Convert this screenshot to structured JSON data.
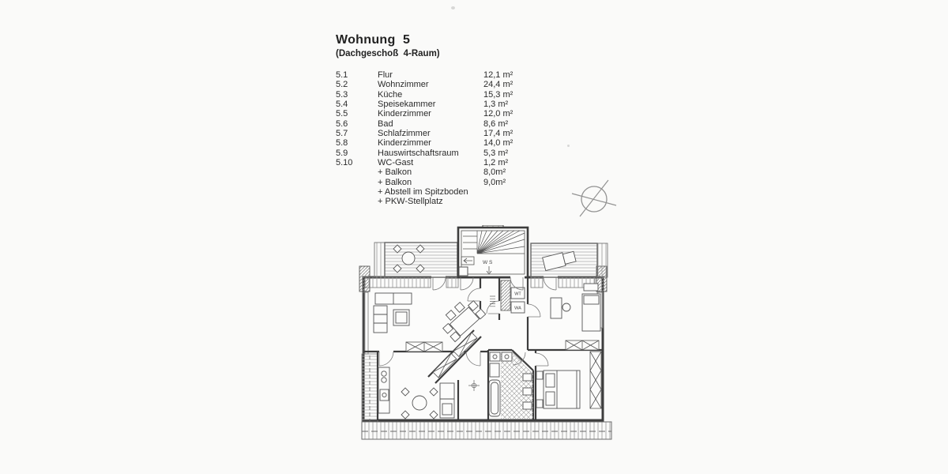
{
  "header": {
    "title": "Wohnung  5",
    "subtitle": "(Dachgeschoß  4-Raum)"
  },
  "rooms": [
    {
      "no": "5.1",
      "name": "Flur",
      "area": "12,1 m²"
    },
    {
      "no": "5.2",
      "name": "Wohnzimmer",
      "area": "24,4 m²"
    },
    {
      "no": "5.3",
      "name": "Küche",
      "area": "15,3 m²"
    },
    {
      "no": "5.4",
      "name": "Speisekammer",
      "area": "1,3 m²"
    },
    {
      "no": "5.5",
      "name": "Kinderzimmer",
      "area": "12,0 m²"
    },
    {
      "no": "5.6",
      "name": "Bad",
      "area": "8,6 m²"
    },
    {
      "no": "5.7",
      "name": "Schlafzimmer",
      "area": "17,4 m²"
    },
    {
      "no": "5.8",
      "name": "Kinderzimmer",
      "area": "14,0 m²"
    },
    {
      "no": "5.9",
      "name": "Hauswirtschaftsraum",
      "area": "5,3 m²"
    },
    {
      "no": "5.10",
      "name": "WC-Gast",
      "area": "1,2 m²"
    }
  ],
  "extras": [
    {
      "no": "",
      "name": "+ Balkon",
      "area": "8,0m²"
    },
    {
      "no": "",
      "name": "+ Balkon",
      "area": "9,0m²"
    },
    {
      "no": "",
      "name": "+ Abstell im Spitzboden",
      "area": ""
    },
    {
      "no": "",
      "name": "+ PKW-Stellplatz",
      "area": ""
    }
  ],
  "plan": {
    "stair_label": "W S",
    "wt_label": "WT",
    "wa_label": "WA"
  },
  "colors": {
    "paper": "#fafaf9",
    "ink": "#2b2b2b",
    "wall": "#3d3d3d",
    "detail": "#555555",
    "hatch": "#a3a3a3"
  }
}
